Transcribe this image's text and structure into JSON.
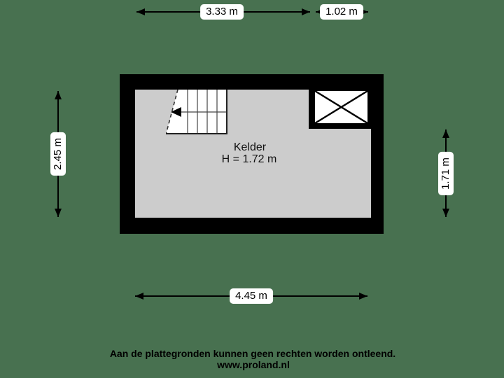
{
  "page": {
    "background_color": "#487150",
    "wall_color": "#000000",
    "floor_color": "#cccccc",
    "label_box_color": "#ffffff",
    "text_color": "#000000"
  },
  "dimensions": {
    "top_main": {
      "label": "3.33 m"
    },
    "top_right": {
      "label": "1.02 m"
    },
    "left": {
      "label": "2.45 m"
    },
    "right": {
      "label": "1.71 m"
    },
    "bottom": {
      "label": "4.45 m"
    }
  },
  "room": {
    "name": "Kelder",
    "height_label": "H = 1.72 m"
  },
  "footer": {
    "disclaimer": "Aan de plattegronden kunnen geen rechten worden ontleend.",
    "website": "www.proland.nl"
  },
  "icons": {
    "shaft": "shaft-cross-icon",
    "stairs": "staircase-icon",
    "arrowheads": [
      "arrowhead-left-icon",
      "arrowhead-right-icon",
      "arrowhead-up-icon",
      "arrowhead-down-icon"
    ]
  }
}
